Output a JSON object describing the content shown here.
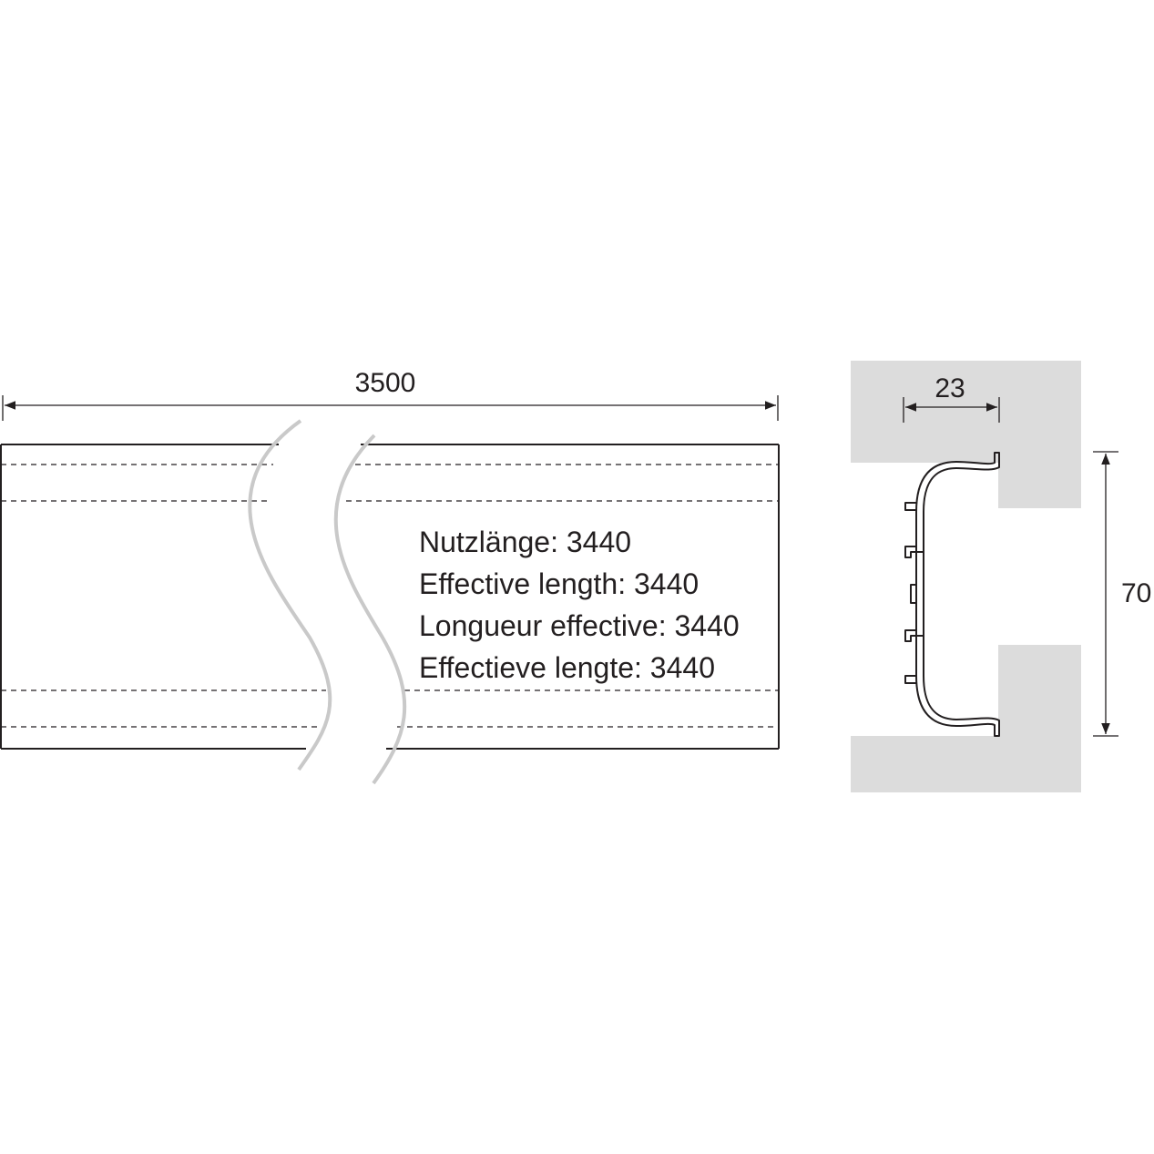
{
  "side_view": {
    "total_length": "3500",
    "labels": [
      "Nutzlänge: 3440",
      "Effective length: 3440",
      "Longueur effective: 3440",
      "Effectieve lengte: 3440"
    ]
  },
  "section_view": {
    "depth": "23",
    "height": "70"
  },
  "colors": {
    "line": "#231f20",
    "wall": "#dcdcdc",
    "break_line": "#c9c9c9"
  }
}
